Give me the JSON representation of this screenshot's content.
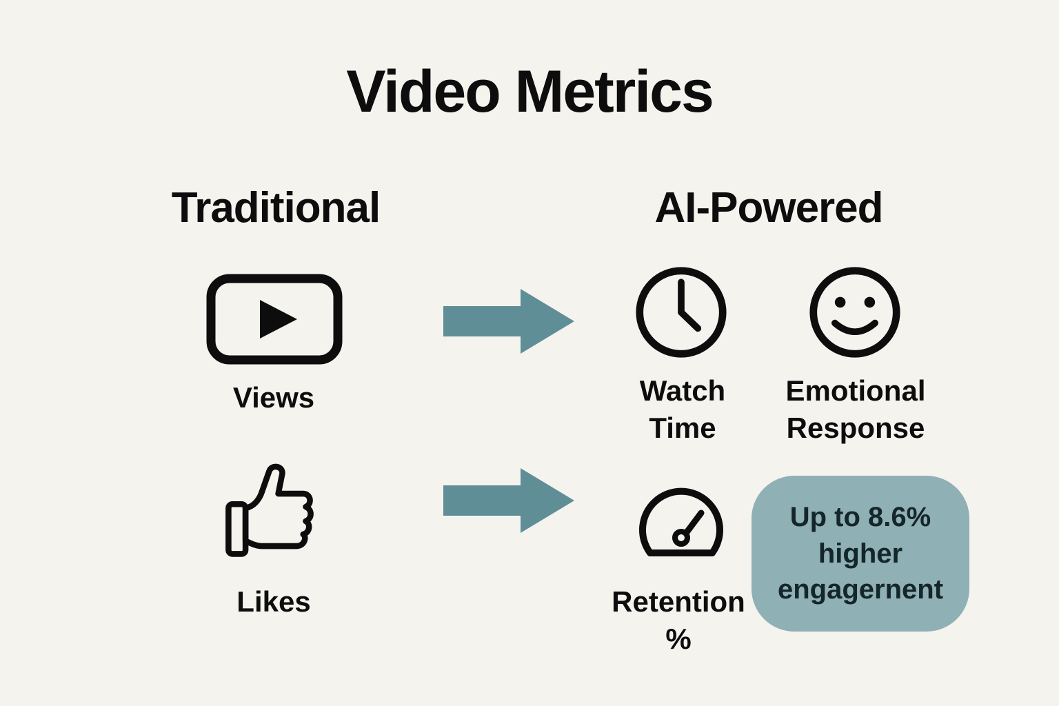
{
  "title": "Video Metrics",
  "columns": {
    "traditional_label": "Traditional",
    "ai_label": "AI-Powered"
  },
  "traditional": {
    "views": {
      "label": "Views",
      "icon": "video-play-icon"
    },
    "likes": {
      "label": "Likes",
      "icon": "thumbs-up-icon"
    }
  },
  "ai": {
    "watch_time": {
      "label": "Watch Time",
      "icon": "clock-icon"
    },
    "emotional_response": {
      "label": "Emotional Response",
      "icon": "smiley-face-icon"
    },
    "retention": {
      "label": "Retention %",
      "icon": "gauge-icon"
    }
  },
  "badge": {
    "text": "Up to 8.6% higher engagernent"
  },
  "icons": {
    "video-play-icon": "rounded rectangle with play triangle",
    "thumbs-up-icon": "outlined thumbs up",
    "clock-icon": "outlined clock",
    "smiley-face-icon": "outlined smiling face",
    "gauge-icon": "outlined speedometer gauge",
    "arrow-right": "solid block arrow pointing right"
  },
  "colors": {
    "background": "#f5f3ee",
    "text": "#0d0d0d",
    "arrow": "#5f8e97",
    "badge_background": "#8fb0b5",
    "badge_text": "#15262a"
  }
}
